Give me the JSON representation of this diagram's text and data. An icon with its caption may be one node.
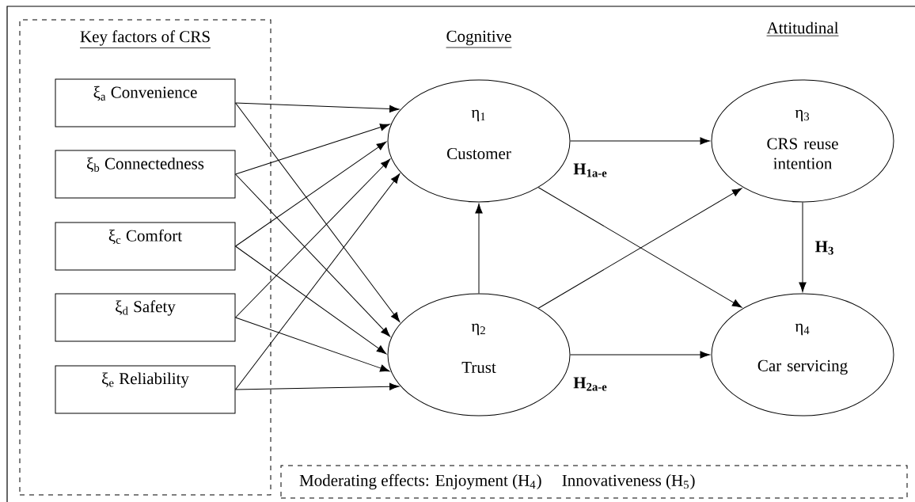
{
  "diagram": {
    "nodes": [
      {
        "text": [
          "Key factors of CRS"
        ]
      },
      {
        "text": [
          "ξ$_{a}$ Convenience"
        ],
        "in": 0
      },
      {
        "text": [
          "ξ$_{b}$ Connectedness"
        ],
        "in": 0
      },
      {
        "text": [
          "ξ$_{c}$ Comfort"
        ],
        "in": 0
      },
      {
        "text": [
          "ξ$_{d}$ Safety"
        ],
        "in": 0
      },
      {
        "text": [
          "ξ$_{e}$ Reliability"
        ],
        "in": 0
      },
      {
        "text": [
          "η$_{1}$",
          "Customer"
        ]
      },
      {
        "text": [
          "η$_{3}$",
          "CRS reuse intention"
        ]
      },
      {
        "text": [
          "η$_{2}$",
          "Trust"
        ]
      },
      {
        "text": [
          "η$_{4}$",
          "Car servicing"
        ]
      },
      {
        "text": [
          "Moderating effects: Enjoyment (H$_{4}$)",
          "Innovativeness (H$_{5}$)"
        ]
      }
    ],
    "edges": [
      {
        "from": 1,
        "to": 6,
        "arrow": "to"
      },
      {
        "from": 1,
        "to": 8,
        "arrow": "to"
      },
      {
        "from": 2,
        "to": 6,
        "arrow": "to"
      },
      {
        "from": 2,
        "to": 8,
        "arrow": "to"
      },
      {
        "from": 3,
        "to": 6,
        "arrow": "to"
      },
      {
        "from": 3,
        "to": 8,
        "arrow": "to"
      },
      {
        "from": 4,
        "to": 6,
        "arrow": "to"
      },
      {
        "from": 4,
        "to": 8,
        "arrow": "to"
      },
      {
        "from": 5,
        "to": 6,
        "arrow": "to"
      },
      {
        "from": 5,
        "to": 8,
        "arrow": "to"
      },
      {
        "from": 8,
        "to": 6,
        "arrow": "to"
      },
      {
        "from": 6,
        "to": 7,
        "arrow": "to",
        "label": "H$_{1a-e}$"
      },
      {
        "from": 6,
        "to": 9,
        "arrow": "to"
      },
      {
        "from": 8,
        "to": 7,
        "arrow": "to"
      },
      {
        "from": 8,
        "to": 9,
        "arrow": "to",
        "label": "H$_{2a-e}$"
      },
      {
        "from": 7,
        "to": 9,
        "arrow": "to",
        "label": "H$_{3}$"
      }
    ],
    "labels": [
      "Attitudinal",
      "Cognitive"
    ]
  }
}
